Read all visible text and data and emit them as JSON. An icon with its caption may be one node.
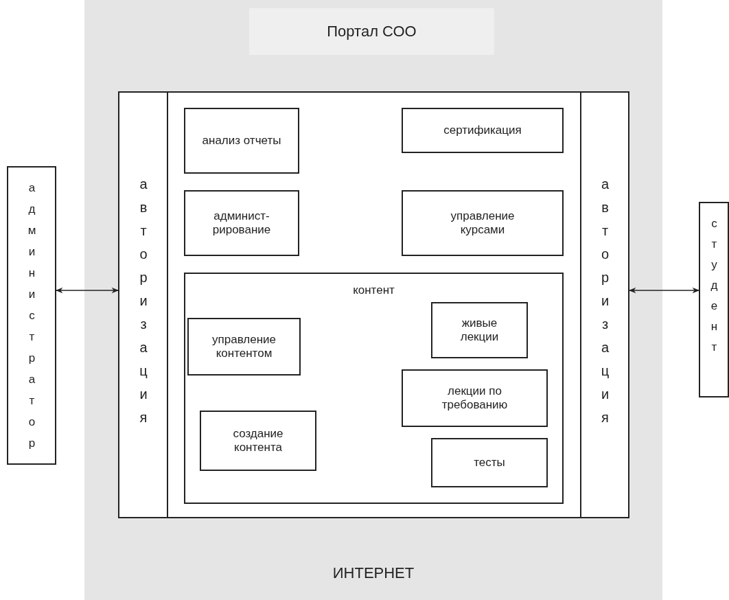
{
  "diagram": {
    "nodes": [
      {
        "text": [
          "ИНТЕРНЕТ"
        ]
      },
      {
        "text": [
          "Портал СОО"
        ],
        "in": 0
      },
      {
        "text": [],
        "shape": "box",
        "in": 0
      },
      {
        "text": [
          "авторизация"
        ],
        "in": 2
      },
      {
        "text": [
          "анализ отчеты"
        ],
        "in": 2
      },
      {
        "text": [
          "сертификация"
        ],
        "in": 2
      },
      {
        "text": [
          "админист- рирование"
        ],
        "in": 2
      },
      {
        "text": [
          "управление курсами"
        ],
        "in": 2
      },
      {
        "text": [
          "контент"
        ],
        "in": 2
      },
      {
        "text": [
          "управление контентом"
        ],
        "in": 8
      },
      {
        "text": [
          "живые лекции"
        ],
        "in": 8
      },
      {
        "text": [
          "лекции по требованию"
        ],
        "in": 8
      },
      {
        "text": [
          "создание контента"
        ],
        "in": 8
      },
      {
        "text": [
          "тесты"
        ],
        "in": 8
      },
      {
        "text": [
          "авторизация"
        ],
        "in": 2
      },
      {
        "text": [
          "администратор"
        ]
      },
      {
        "text": [
          "студент"
        ]
      }
    ],
    "edges": [
      {
        "from": 15,
        "to": 3,
        "arrow": "both"
      },
      {
        "from": 14,
        "to": 16,
        "arrow": "both"
      }
    ]
  }
}
